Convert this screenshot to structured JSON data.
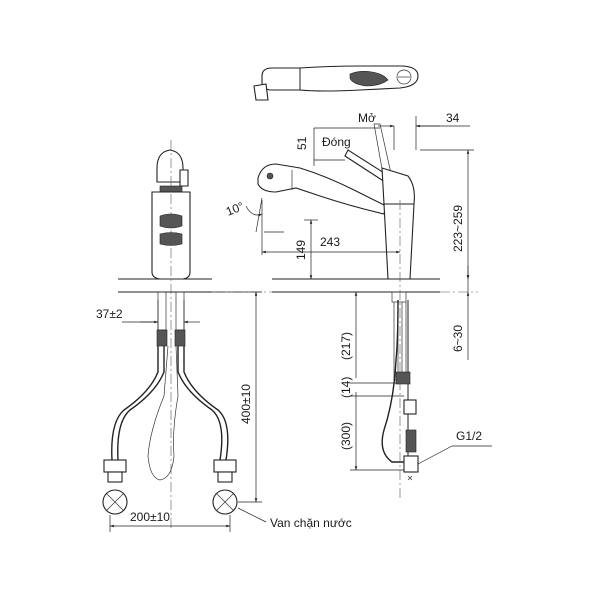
{
  "labels": {
    "open": "Mở",
    "close": "Đóng",
    "shutoff_valve": "Van chặn nước",
    "thread": "G1/2"
  },
  "dimensions": {
    "top_gap": "34",
    "lever_height": "51",
    "tilt_angle": "10°",
    "spout_height": "149",
    "spout_reach": "243",
    "total_height": "223~259",
    "deck_thickness": "6~30",
    "shank_spacing": "37±2",
    "supply_length": "400±10",
    "supply_spacing": "200±10",
    "hose_217": "(217)",
    "hose_14": "(14)",
    "hose_300": "(300)"
  }
}
